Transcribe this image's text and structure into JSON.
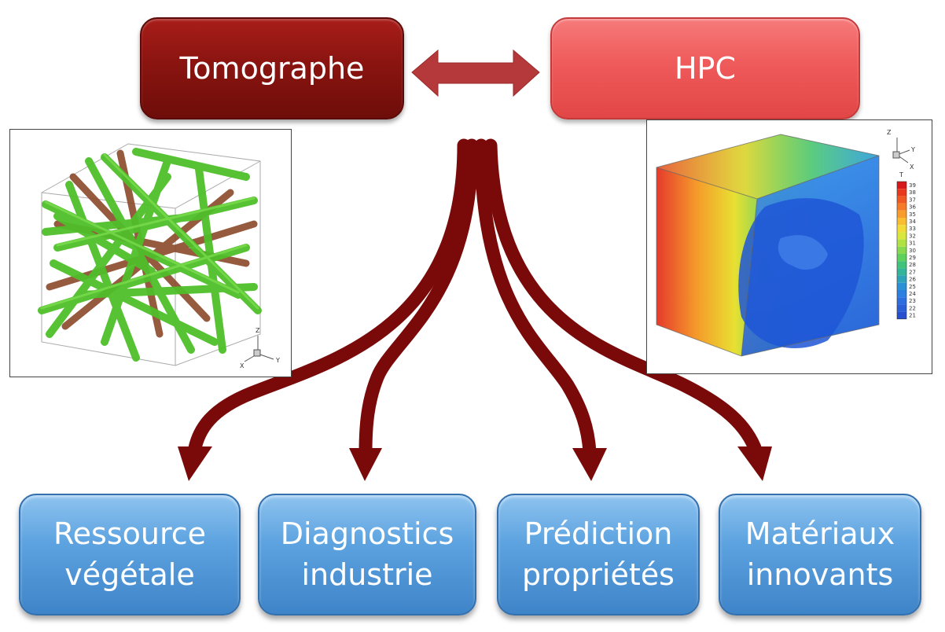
{
  "nodes": {
    "tomographe": "Tomographe",
    "hpc": "HPC",
    "outputs": [
      {
        "line1": "Ressource",
        "line2": "végétale"
      },
      {
        "line1": "Diagnostics",
        "line2": "industrie"
      },
      {
        "line1": "Prédiction",
        "line2": "propriétés"
      },
      {
        "line1": "Matériaux",
        "line2": "innovants"
      }
    ]
  },
  "legend": {
    "title": "T",
    "values": [
      "39",
      "38",
      "37",
      "36",
      "35",
      "34",
      "33",
      "32",
      "31",
      "30",
      "29",
      "28",
      "27",
      "26",
      "25",
      "24",
      "23",
      "22",
      "21"
    ]
  },
  "axes": {
    "z": "Z",
    "x": "X",
    "y": "Y"
  },
  "colors": {
    "arrow": "#7a0a0a",
    "double_arrow": "#b5393a",
    "fiber_green": "#4fbf2a",
    "fiber_brown": "#8b4a2a"
  },
  "icons": [
    "double-arrow-icon",
    "branch-arrow-icon"
  ]
}
